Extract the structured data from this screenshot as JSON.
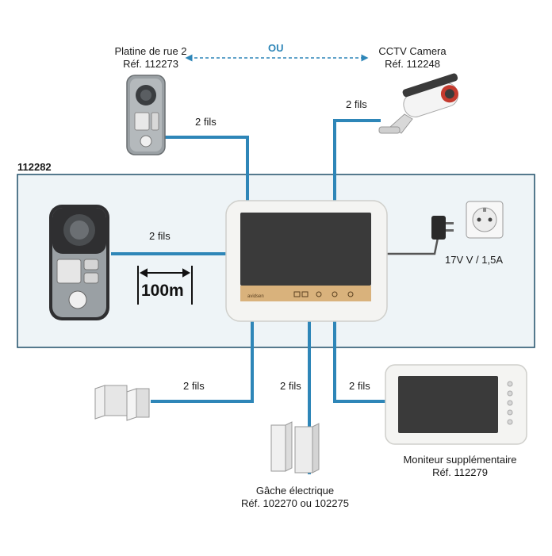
{
  "colors": {
    "wire": "#2e86b8",
    "box_fill": "#eef4f7",
    "box_stroke": "#1f4f68",
    "panel_silver": "#9aa0a4",
    "monitor_bezel": "#f4f4f2",
    "screen": "#3a3a3a",
    "wood_strip": "#d9b27c",
    "ou_color": "#2e86b8"
  },
  "labels": {
    "platine2_name": "Platine de rue 2",
    "platine2_ref": "Réf. 112273",
    "ou": "OU",
    "cctv_name": "CCTV Camera",
    "cctv_ref": "Réf. 112248",
    "kit_ref": "112282",
    "wires_platine2": "2 fils",
    "wires_cctv": "2 fils",
    "wires_main": "2 fils",
    "distance": "100m",
    "power": "17V V / 1,5A",
    "wires_lock_left": "2 fils",
    "wires_lock_center": "2 fils",
    "wires_monitor2": "2 fils",
    "lock_name": "Gâche électrique",
    "lock_ref": "Réf. 102270 ou 102275",
    "monitor2_name": "Moniteur supplémentaire",
    "monitor2_ref": "Réf. 112279"
  },
  "icons": {
    "platine": "door-station-icon",
    "camera": "cctv-camera-icon",
    "adapter": "power-adapter-icon",
    "socket": "wall-socket-icon",
    "lock": "electric-strike-icon",
    "monitor": "video-monitor-icon"
  }
}
